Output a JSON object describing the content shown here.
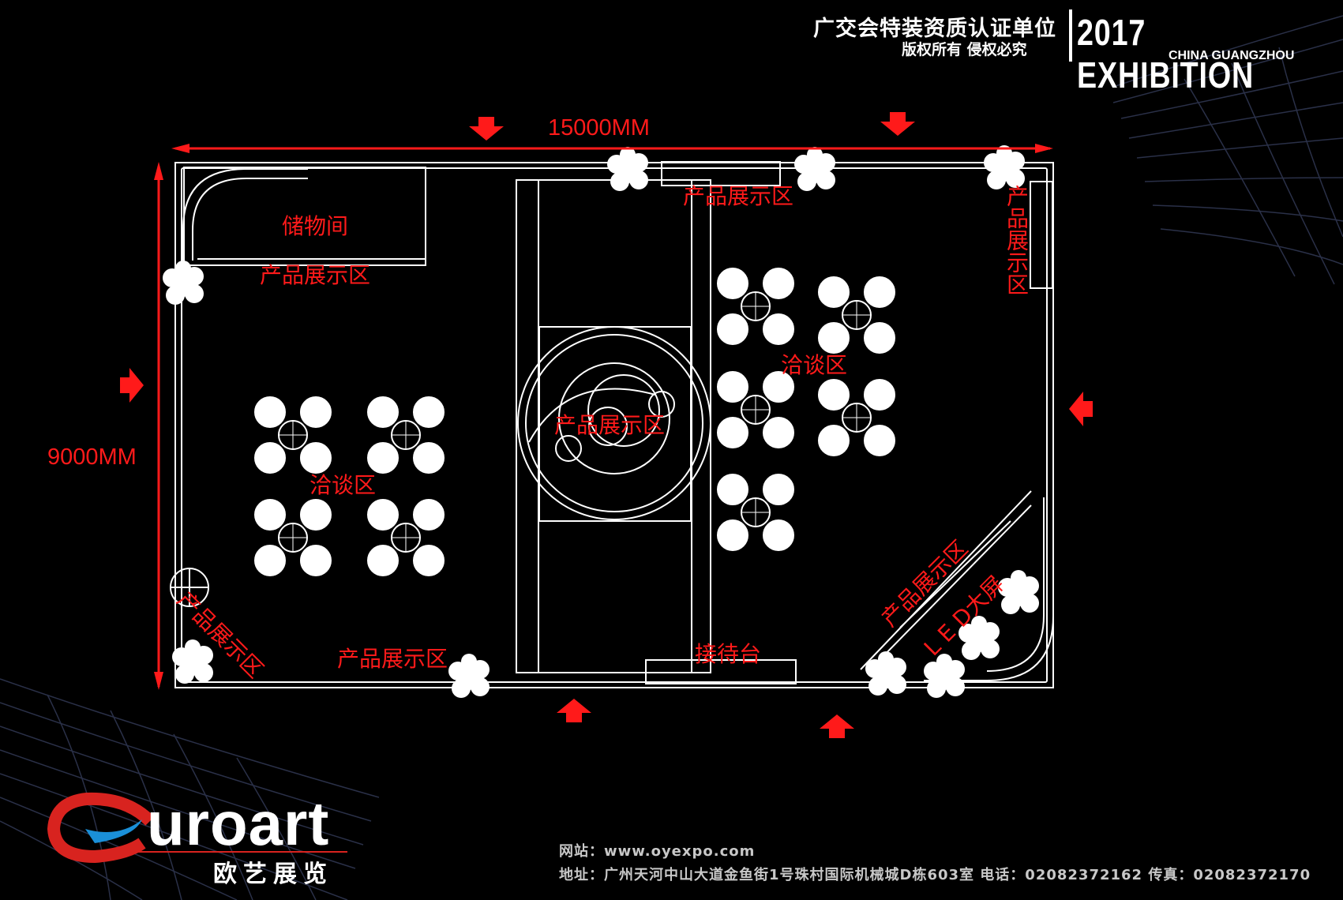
{
  "header": {
    "certification": "广交会特装资质认证单位",
    "copyright": "版权所有 侵权必究",
    "exhibition_title": "2017 EXHIBITION",
    "location": "CHINA GUANGZHOU"
  },
  "dimensions": {
    "width": "15000MM",
    "depth": "9000MM"
  },
  "zones": {
    "storage": "储物间",
    "display_storage": "产品展示区",
    "display_top": "产品展示区",
    "display_right": "产品展示区",
    "negotiation_right": "洽谈区",
    "display_center": "产品展示区",
    "negotiation_left": "洽谈区",
    "display_bottom_left": "产品展示区",
    "display_bottom": "产品展示区",
    "reception": "接待台",
    "display_led": "产品展示区",
    "led_screen": "L E D大屏"
  },
  "logo": {
    "brand": "uroart",
    "brand_cn": "欧艺展览"
  },
  "footer": {
    "website": "网站：www.oyexpo.com",
    "address": "地址：广州天河中山大道金鱼街1号珠村国际机械城D栋603室 电话：02082372162  传真：02082372170"
  },
  "colors": {
    "accent": "#ff1a1a",
    "line": "#ffffff",
    "background": "#000000"
  }
}
